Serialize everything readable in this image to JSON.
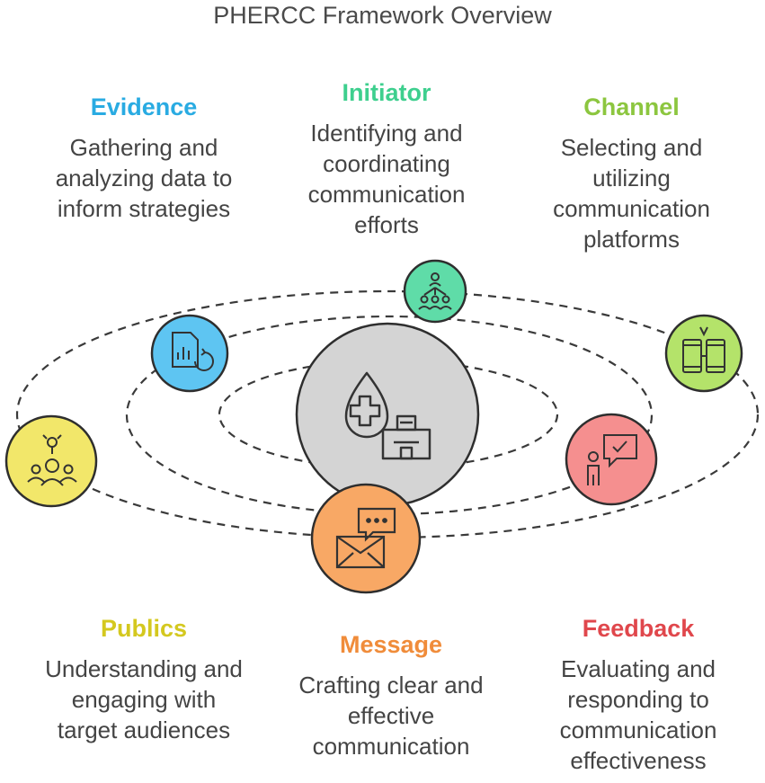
{
  "title": "PHERCC Framework Overview",
  "colors": {
    "evidence": "#29abe2",
    "initiator": "#3ecf8e",
    "channel": "#8cc63f",
    "publics": "#d4c81f",
    "message": "#f08c3a",
    "feedback": "#e0474c"
  },
  "elements": [
    {
      "key": "evidence",
      "label": "Evidence",
      "desc_lines": [
        "Gathering and",
        "analyzing data to",
        "inform strategies"
      ],
      "icon": "report-refresh-icon"
    },
    {
      "key": "initiator",
      "label": "Initiator",
      "desc_lines": [
        "Identifying and",
        "coordinating",
        "communication",
        "efforts"
      ],
      "icon": "team-lead-icon"
    },
    {
      "key": "channel",
      "label": "Channel",
      "desc_lines": [
        "Selecting and",
        "utilizing",
        "communication",
        "platforms"
      ],
      "icon": "devices-icon"
    },
    {
      "key": "publics",
      "label": "Publics",
      "desc_lines": [
        "Understanding and",
        "engaging with",
        "target audiences"
      ],
      "icon": "audience-icon"
    },
    {
      "key": "message",
      "label": "Message",
      "desc_lines": [
        "Crafting clear and",
        "effective",
        "communication"
      ],
      "icon": "envelope-chat-icon"
    },
    {
      "key": "feedback",
      "label": "Feedback",
      "desc_lines": [
        "Evaluating and",
        "responding to",
        "communication",
        "effectiveness"
      ],
      "icon": "person-feedback-icon"
    }
  ],
  "center_icon": "public-health-icon"
}
